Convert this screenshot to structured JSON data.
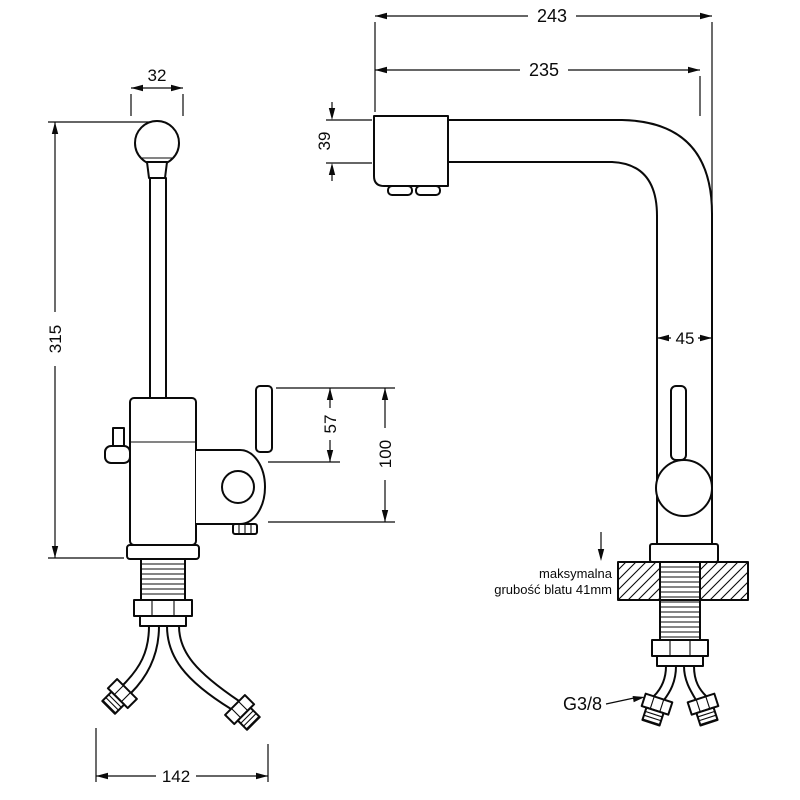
{
  "drawing": {
    "colors": {
      "line": "#0a0a0a",
      "background": "#ffffff"
    },
    "front_view": {
      "dim_spout_top_width": "32",
      "dim_total_height": "315",
      "dim_side_spout_height": "57",
      "dim_side_spout_total": "100",
      "dim_hose_spread": "142"
    },
    "side_view": {
      "dim_total_depth": "243",
      "dim_spout_reach": "235",
      "dim_spout_head_height": "39",
      "dim_body_depth": "45",
      "counter_note_line1": "maksymalna",
      "counter_note_line2": "grubość blatu 41mm",
      "thread_label": "G3/8"
    }
  }
}
